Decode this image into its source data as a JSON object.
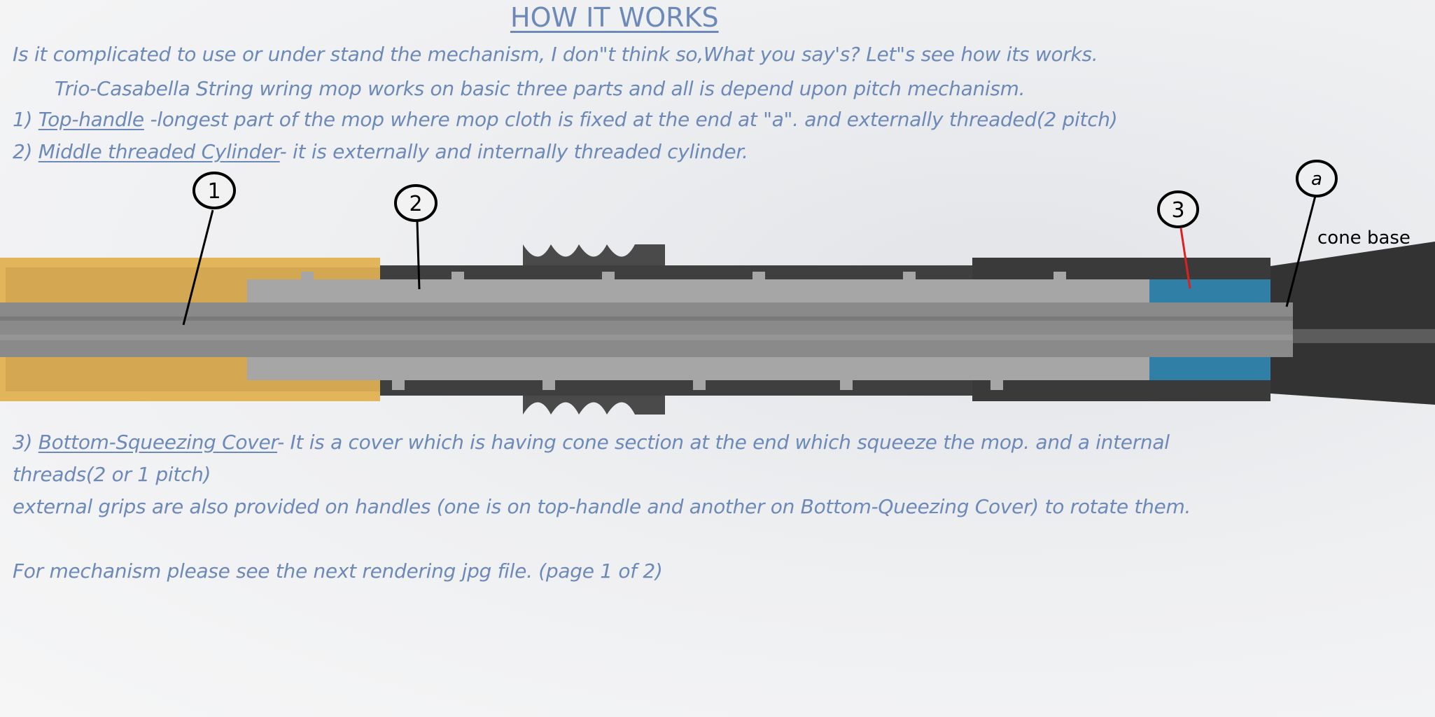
{
  "heading": "HOW IT WORKS",
  "intro": "Is it complicated to use or under stand the mechanism, I don\"t think so,What you say's? Let\"s see how its works.",
  "intro2": "Trio-Casabella String wring mop works on basic three parts and all is depend upon pitch mechanism.",
  "parts": [
    {
      "num": "1)",
      "name": "Top-handle",
      "desc": " -longest part of the mop where mop cloth is fixed at the end at \"a\". and externally threaded(2 pitch)"
    },
    {
      "num": "2)",
      "name": "Middle threaded Cylinder",
      "desc": "- it is externally and internally threaded cylinder."
    },
    {
      "num": "3)",
      "name": "Bottom-Squeezing Cover",
      "desc": "- It is a cover which is having cone section at the end which squeeze the mop. and a   internal",
      "desc2": "threads(2 or 1 pitch)"
    }
  ],
  "grips_note": "external grips are also provided on handles (one is on top-handle and another on Bottom-Queezing Cover) to rotate them.",
  "footer_note": "For mechanism please see the next rendering jpg file.   (page 1 of  2)",
  "diagram": {
    "callouts": [
      "1",
      "2",
      "3",
      "a"
    ],
    "cone_label": "cone base",
    "colors": {
      "handle": "#e3b55a",
      "cover": "#3f3f3f",
      "cylinder": "#a6a6a6",
      "rod": "#8a8a8a",
      "squeeze": "#2f7fa6",
      "text": "#6c89b8"
    }
  }
}
